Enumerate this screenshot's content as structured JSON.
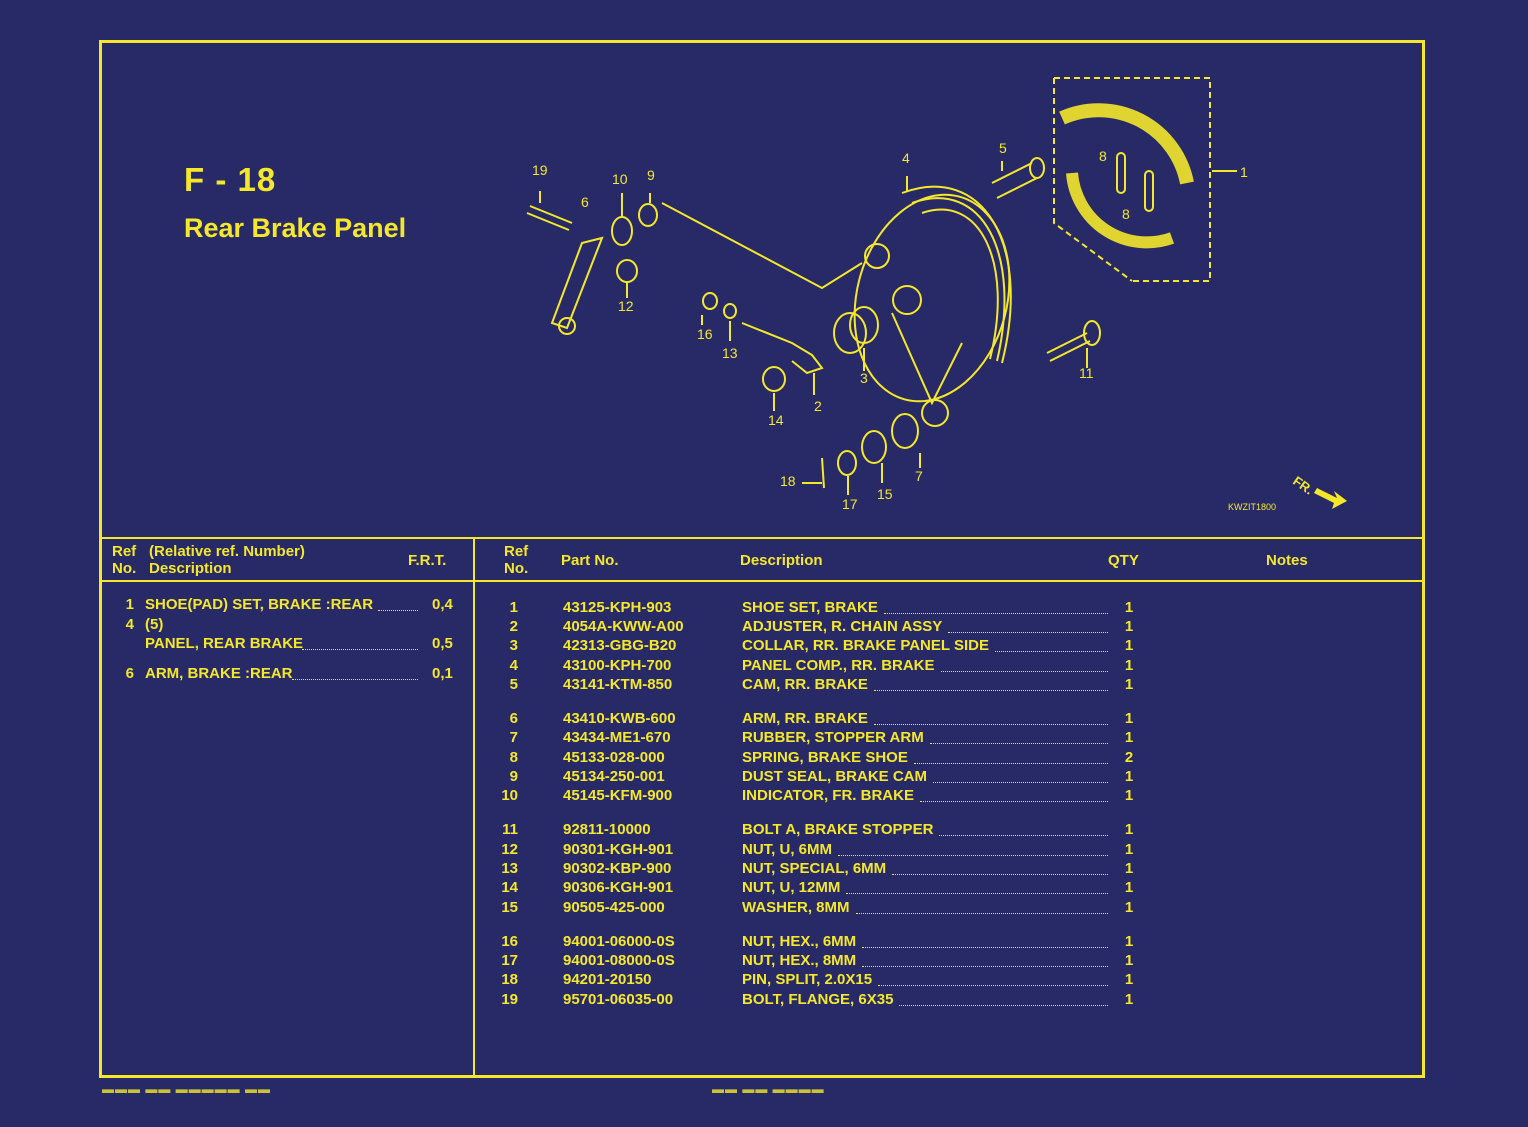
{
  "page": {
    "code": "F - 18",
    "title": "Rear Brake Panel"
  },
  "diagram": {
    "drawing_code": "KWZIT1800",
    "direction_label": "FR.",
    "callouts": [
      "1",
      "2",
      "3",
      "4",
      "5",
      "6",
      "7",
      "8",
      "8",
      "9",
      "10",
      "11",
      "12",
      "13",
      "14",
      "15",
      "16",
      "17",
      "18",
      "19"
    ]
  },
  "frt_table": {
    "headers": {
      "ref_no": "Ref\nNo.",
      "description": "(Relative ref. Number)\nDescription",
      "frt": "F.R.T."
    },
    "rows": [
      {
        "ref": "1",
        "desc": "SHOE(PAD) SET, BRAKE :REAR",
        "frt": "0,4"
      },
      {
        "ref": "4",
        "desc": "(5)",
        "frt": ""
      },
      {
        "ref": "",
        "desc": "PANEL, REAR BRAKE",
        "frt": "0,5"
      },
      {
        "ref": "6",
        "desc": "ARM, BRAKE :REAR",
        "frt": "0,1"
      }
    ]
  },
  "parts_table": {
    "headers": {
      "ref_no": "Ref\nNo.",
      "part_no": "Part No.",
      "description": "Description",
      "qty": "QTY",
      "notes": "Notes"
    },
    "rows": [
      {
        "ref": "1",
        "part": "43125-KPH-903",
        "desc": "SHOE SET, BRAKE",
        "qty": "1"
      },
      {
        "ref": "2",
        "part": "4054A-KWW-A00",
        "desc": "ADJUSTER, R. CHAIN ASSY",
        "qty": "1"
      },
      {
        "ref": "3",
        "part": "42313-GBG-B20",
        "desc": "COLLAR, RR. BRAKE PANEL SIDE",
        "qty": "1"
      },
      {
        "ref": "4",
        "part": "43100-KPH-700",
        "desc": "PANEL COMP., RR. BRAKE",
        "qty": "1"
      },
      {
        "ref": "5",
        "part": "43141-KTM-850",
        "desc": "CAM, RR. BRAKE",
        "qty": "1"
      },
      {
        "ref": "6",
        "part": "43410-KWB-600",
        "desc": "ARM, RR. BRAKE",
        "qty": "1"
      },
      {
        "ref": "7",
        "part": "43434-ME1-670",
        "desc": "RUBBER, STOPPER ARM",
        "qty": "1"
      },
      {
        "ref": "8",
        "part": "45133-028-000",
        "desc": "SPRING, BRAKE SHOE",
        "qty": "2"
      },
      {
        "ref": "9",
        "part": "45134-250-001",
        "desc": "DUST SEAL, BRAKE CAM",
        "qty": "1"
      },
      {
        "ref": "10",
        "part": "45145-KFM-900",
        "desc": "INDICATOR, FR. BRAKE",
        "qty": "1"
      },
      {
        "ref": "11",
        "part": "92811-10000",
        "desc": "BOLT A, BRAKE STOPPER",
        "qty": "1"
      },
      {
        "ref": "12",
        "part": "90301-KGH-901",
        "desc": "NUT, U, 6MM",
        "qty": "1"
      },
      {
        "ref": "13",
        "part": "90302-KBP-900",
        "desc": "NUT, SPECIAL, 6MM",
        "qty": "1"
      },
      {
        "ref": "14",
        "part": "90306-KGH-901",
        "desc": "NUT, U, 12MM",
        "qty": "1"
      },
      {
        "ref": "15",
        "part": "90505-425-000",
        "desc": "WASHER, 8MM",
        "qty": "1"
      },
      {
        "ref": "16",
        "part": "94001-06000-0S",
        "desc": "NUT, HEX., 6MM",
        "qty": "1"
      },
      {
        "ref": "17",
        "part": "94001-08000-0S",
        "desc": "NUT, HEX., 8MM",
        "qty": "1"
      },
      {
        "ref": "18",
        "part": "94201-20150",
        "desc": "PIN, SPLIT, 2.0X15",
        "qty": "1"
      },
      {
        "ref": "19",
        "part": "95701-06035-00",
        "desc": "BOLT, FLANGE, 6X35",
        "qty": "1"
      }
    ]
  }
}
